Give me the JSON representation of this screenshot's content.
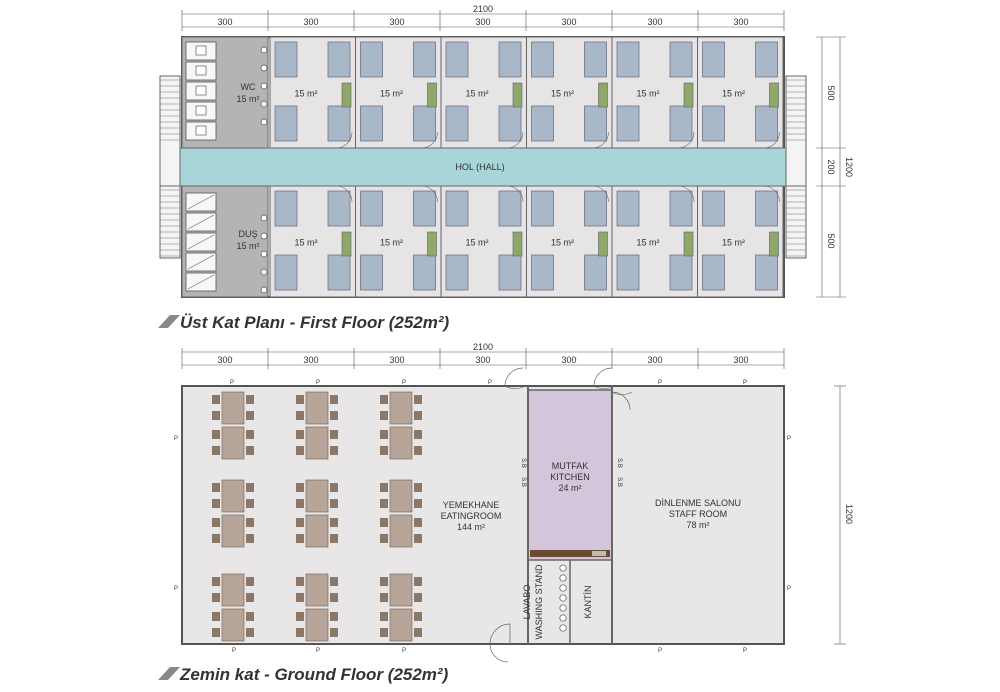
{
  "first_floor": {
    "caption": "Üst Kat Planı - First Floor (252m²)",
    "total_width": "2100",
    "module_widths": [
      "300",
      "300",
      "300",
      "300",
      "300",
      "300",
      "300"
    ],
    "side_dims": [
      "500",
      "200",
      "500"
    ],
    "total_depth": "1200",
    "hall": "HOL (HALL)",
    "wc": {
      "name": "WC",
      "area": "15 m²"
    },
    "shower": {
      "name": "DUŞ",
      "area": "15 m²"
    },
    "room_area": "15 m²",
    "colors": {
      "hall": "#a8d5d8",
      "wet": "#b4b4b4",
      "room": "#e6e4e4",
      "bed": "#a9b8c8",
      "wardrobe": "#8fa86a"
    }
  },
  "ground_floor": {
    "caption": "Zemin kat - Ground Floor (252m²)",
    "total_width": "2100",
    "module_widths": [
      "300",
      "300",
      "300",
      "300",
      "300",
      "300",
      "300"
    ],
    "total_depth": "1200",
    "eating": {
      "name": "YEMEKHANE",
      "name_en": "EATINGROOM",
      "area": "144 m²"
    },
    "kitchen": {
      "name": "MUTFAK",
      "name_en": "KITCHEN",
      "area": "24 m²"
    },
    "staff": {
      "name": "DİNLENME SALONU",
      "name_en": "STAFF ROOM",
      "area": "78 m²"
    },
    "lavabo": {
      "name": "LAVABO",
      "name_en": "WASHING STAND"
    },
    "kantin": "KANTİN",
    "sb_label": "S.B",
    "panel_label": "P",
    "colors": {
      "floor": "#e8e6e6",
      "kitchen": "#d3c6da",
      "table": "#b6a598",
      "counter": "#6b4a30"
    }
  }
}
